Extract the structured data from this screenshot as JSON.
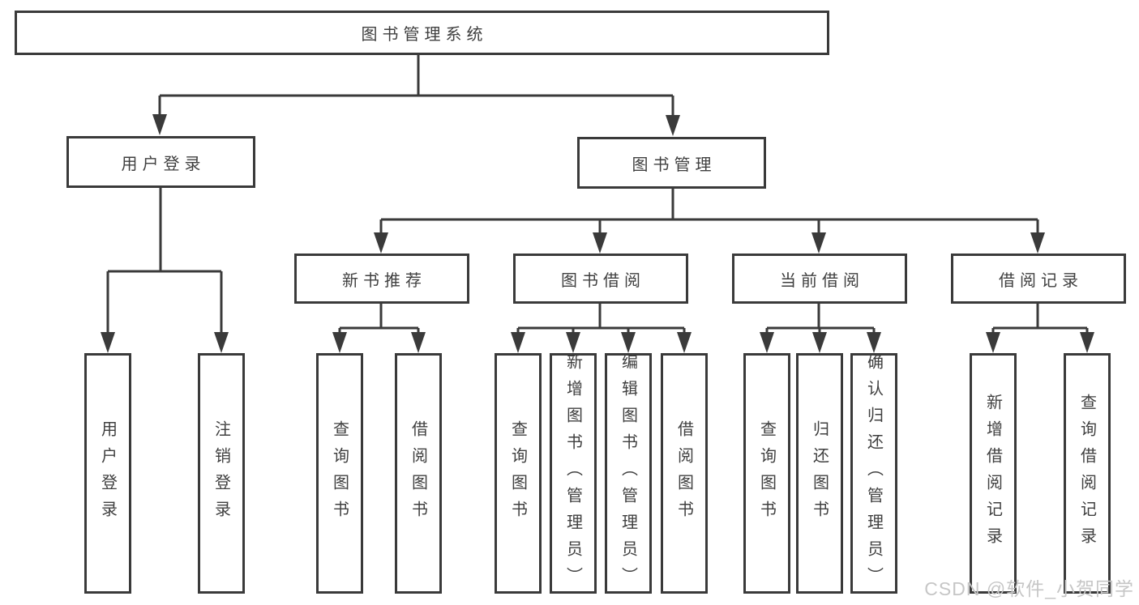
{
  "tree": {
    "root": {
      "label": "图书管理系统"
    },
    "branches": [
      {
        "label": "用户登录",
        "children": [
          {
            "label": "用户登录"
          },
          {
            "label": "注销登录"
          }
        ]
      },
      {
        "label": "图书管理",
        "children": [
          {
            "label": "新书推荐",
            "children": [
              {
                "label": "查询图书"
              },
              {
                "label": "借阅图书"
              }
            ]
          },
          {
            "label": "图书借阅",
            "children": [
              {
                "label": "查询图书"
              },
              {
                "label": "新增图书（管理员）"
              },
              {
                "label": "编辑图书（管理员）"
              },
              {
                "label": "借阅图书"
              }
            ]
          },
          {
            "label": "当前借阅",
            "children": [
              {
                "label": "查询图书"
              },
              {
                "label": "归还图书"
              },
              {
                "label": "确认归还（管理员）"
              }
            ]
          },
          {
            "label": "借阅记录",
            "children": [
              {
                "label": "新增借阅记录"
              },
              {
                "label": "查询借阅记录"
              }
            ]
          }
        ]
      }
    ]
  },
  "watermark": {
    "text": "CSDN @软件_小贺同学"
  },
  "colors": {
    "line": "#3a3a3a",
    "text": "#3f3f3f",
    "box-bg": "#ffffff",
    "watermark": "#c6c6c6",
    "bg": "#ffffff"
  }
}
